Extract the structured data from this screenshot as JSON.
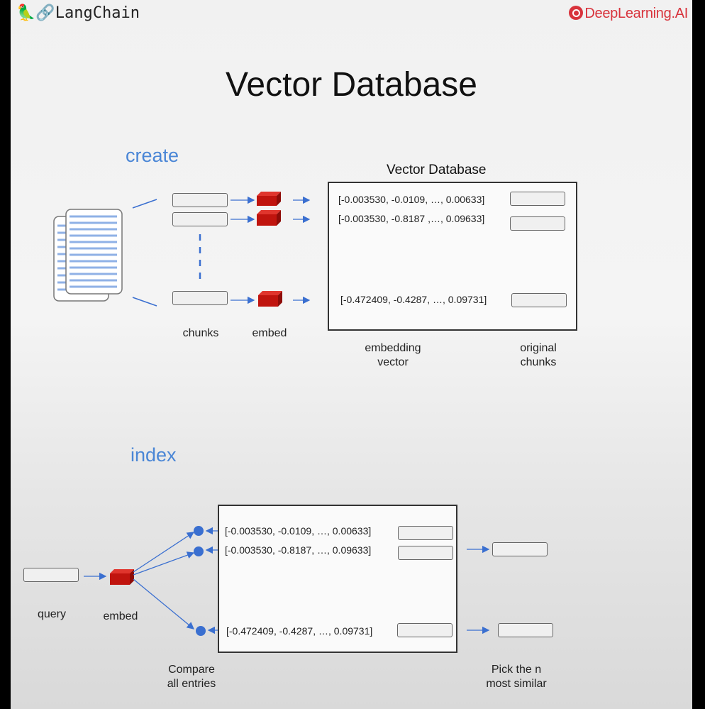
{
  "header": {
    "langchain_logo": "🦜🔗LangChain",
    "deeplearning_logo": "DeepLearning.AI"
  },
  "title": "Vector Database",
  "create": {
    "section_label": "create",
    "db_title": "Vector Database",
    "vectors": [
      "[-0.003530, -0.0109, …, 0.00633]",
      "[-0.003530, -0.8187 ,…, 0.09633]",
      "[-0.472409, -0.4287, …, 0.09731]"
    ],
    "chunks_label": "chunks",
    "embed_label": "embed",
    "embedding_vector_label": "embedding\nvector",
    "original_chunks_label": "original\nchunks"
  },
  "index": {
    "section_label": "index",
    "vectors": [
      "[-0.003530, -0.0109, …, 0.00633]",
      "[-0.003530, -0.8187, …, 0.09633]",
      "[-0.472409, -0.4287, …, 0.09731]"
    ],
    "query_label": "query",
    "embed_label": "embed",
    "compare_label": "Compare\nall entries",
    "pick_label": "Pick the n\nmost similar"
  },
  "colors": {
    "accent_blue": "#4a86d6",
    "arrow_blue": "#3a6fd0",
    "embed_red": "#c0140e",
    "brand_red": "#d8333c"
  }
}
